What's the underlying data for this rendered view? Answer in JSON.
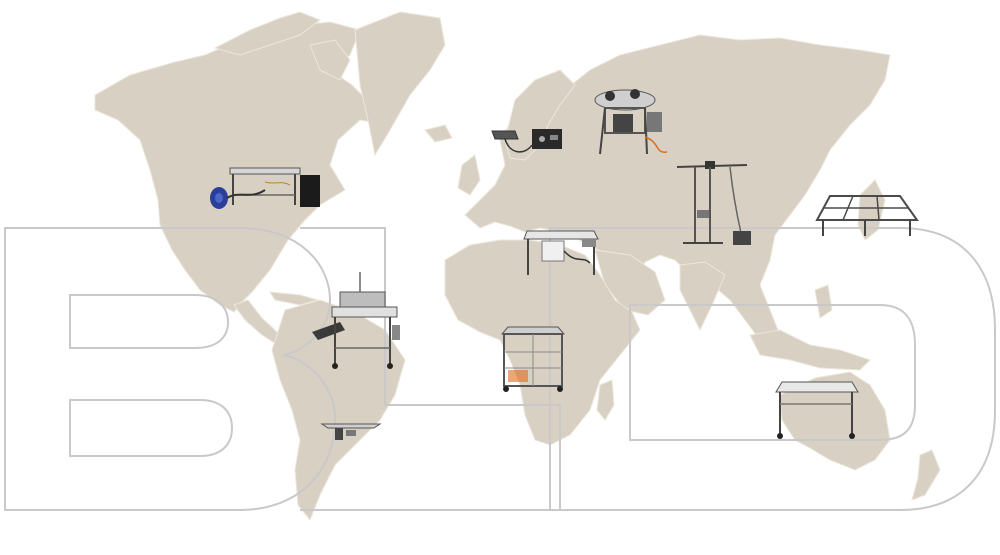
{
  "map": {
    "land_color": "#d8d0c3",
    "border_color": "#ece6dc",
    "ocean_color": "#ffffff"
  },
  "logo": {
    "text": "BLD",
    "outline_color": "#c9c9c9"
  },
  "machines": [
    {
      "region": "north-america",
      "kind": "table-with-vacuum-and-cabinet"
    },
    {
      "region": "south-america",
      "kind": "drawing-table-with-side-shelf"
    },
    {
      "region": "south-america-south",
      "kind": "flat-tray"
    },
    {
      "region": "northern-europe",
      "kind": "control-box-and-sensor"
    },
    {
      "region": "russia",
      "kind": "round-table-with-pump"
    },
    {
      "region": "middle-east",
      "kind": "table-with-box"
    },
    {
      "region": "central-africa",
      "kind": "cubic-frame-cabinet"
    },
    {
      "region": "central-asia",
      "kind": "vertical-rack-stand"
    },
    {
      "region": "east-asia",
      "kind": "grid-table"
    },
    {
      "region": "australia",
      "kind": "flat-table"
    }
  ]
}
